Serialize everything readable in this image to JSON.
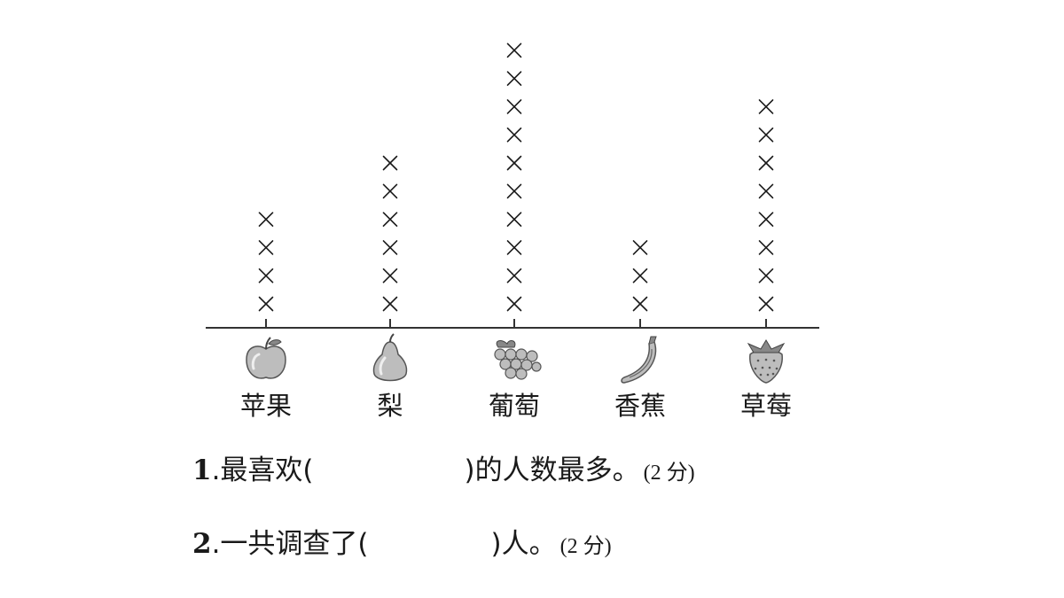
{
  "chart_data": {
    "type": "dot-plot",
    "marker": "×",
    "categories": [
      "苹果",
      "梨",
      "葡萄",
      "香蕉",
      "草莓"
    ],
    "values": [
      4,
      6,
      10,
      3,
      8
    ],
    "icons": [
      "apple-icon",
      "pear-icon",
      "grape-icon",
      "banana-icon",
      "strawberry-icon"
    ],
    "grid": false,
    "colors": {
      "marker": "#1a1a1a",
      "axis": "#333333",
      "fruit_fill": "#bdbdbd"
    }
  },
  "questions": [
    {
      "number": "1",
      "before": ".最喜欢(",
      "after": ")的人数最多。",
      "score": "(2 分)"
    },
    {
      "number": "2",
      "before": ".一共调查了(",
      "after": ")人。",
      "score": "(2 分)"
    }
  ]
}
